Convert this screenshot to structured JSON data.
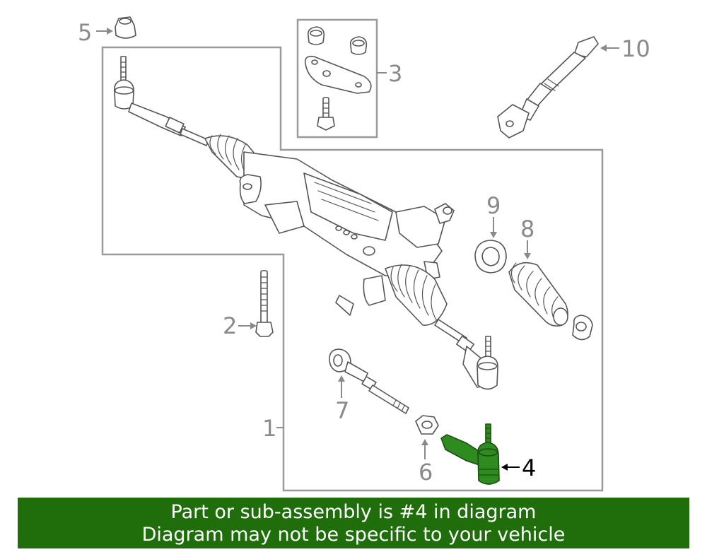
{
  "callouts": {
    "c1": "1",
    "c2": "2",
    "c3": "3",
    "c4": "4",
    "c5": "5",
    "c6": "6",
    "c7": "7",
    "c8": "8",
    "c9": "9",
    "c10": "10"
  },
  "highlighted_part": "4",
  "colors": {
    "banner_bg": "#1f6e0b",
    "banner_text": "#ffffff",
    "highlight_part": "#2e8b20",
    "outline": "#555555",
    "callout_text": "#8a8a8a"
  },
  "banner": {
    "line1": "Part or sub-assembly is #4 in diagram",
    "line2": "Diagram may not be specific to your vehicle"
  }
}
